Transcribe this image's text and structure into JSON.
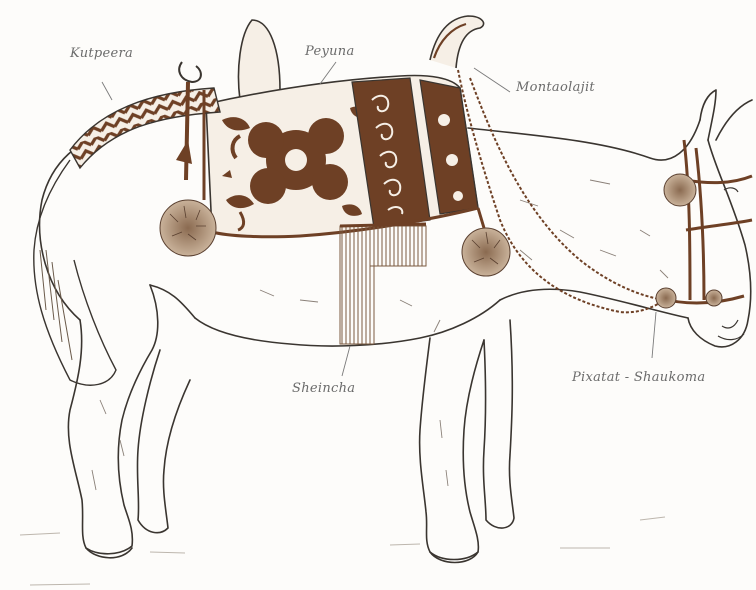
{
  "labels": {
    "kutpeera": "Kutpeera",
    "peyuna": "Peyuna",
    "montaolajit": "Montaolajit",
    "sheincha": "Sheincha",
    "pixatat": "Pixatat - Shaukoma"
  },
  "colors": {
    "outline": "#3a3530",
    "embroidery": "#6e4025",
    "label": "#6b6b6b",
    "background": "#fdfcfa"
  }
}
